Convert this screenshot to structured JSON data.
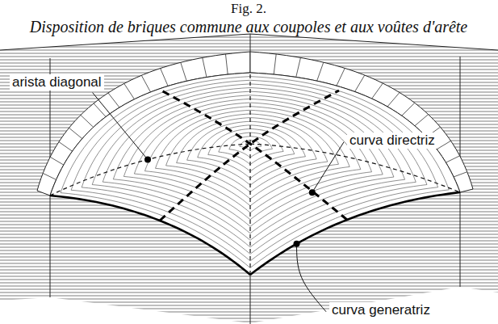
{
  "diagram": {
    "title": "Fig. 2.",
    "caption": "Disposition de briques commune aux coupoles et aux voûtes d'arête",
    "labels": [
      "arista diagonal",
      "curva directriz",
      "curva generatriz"
    ]
  }
}
